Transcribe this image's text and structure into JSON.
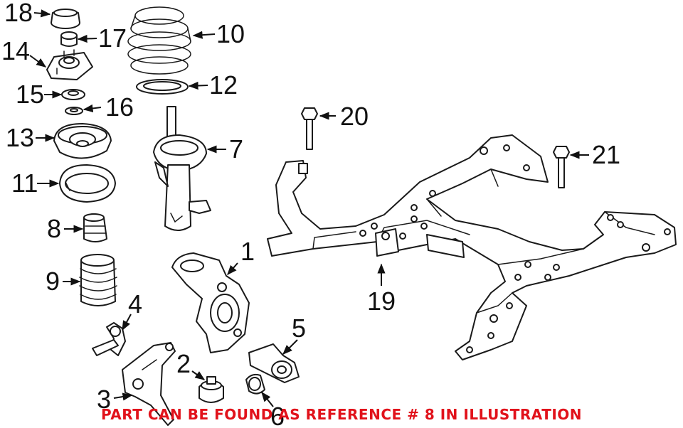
{
  "callouts": {
    "c1": "1",
    "c2": "2",
    "c3": "3",
    "c4": "4",
    "c5": "5",
    "c6": "6",
    "c7": "7",
    "c8": "8",
    "c9": "9",
    "c10": "10",
    "c11": "11",
    "c12": "12",
    "c13": "13",
    "c14": "14",
    "c15": "15",
    "c16": "16",
    "c17": "17",
    "c18": "18",
    "c19": "19",
    "c20": "20",
    "c21": "21"
  },
  "note": "PART CAN BE FOUND AS REFERENCE # 8 IN ILLUSTRATION",
  "colors": {
    "line": "#1a1a1a",
    "note": "#e1121b",
    "background": "#ffffff"
  }
}
